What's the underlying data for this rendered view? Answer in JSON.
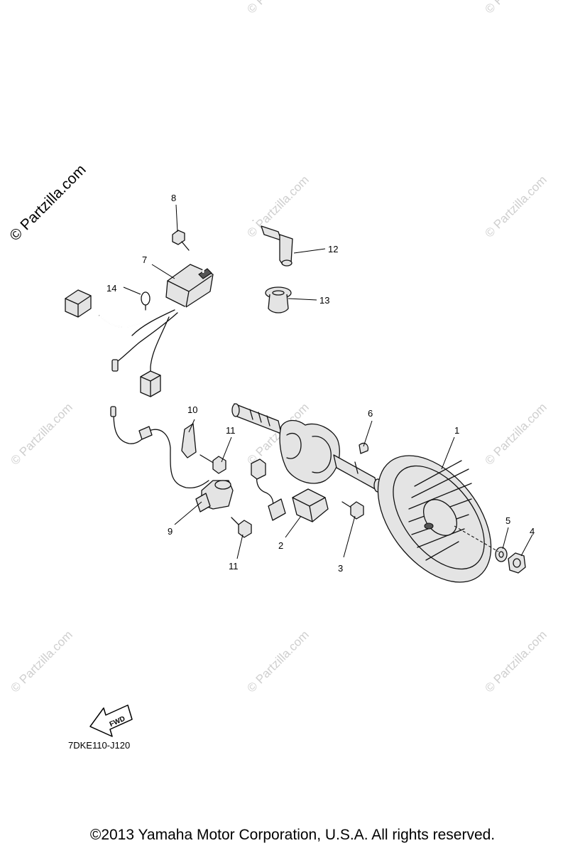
{
  "watermark": "© Partzilla.com",
  "diagram_code": "7DKE110-J120",
  "fwd_label": "FWD",
  "copyright": "©2013  Yamaha Motor Corporation, U.S.A. All rights reserved.",
  "callouts": {
    "p1": "1",
    "p2": "2",
    "p3": "3",
    "p4": "4",
    "p5": "5",
    "p6": "6",
    "p7": "7",
    "p8": "8",
    "p9": "9",
    "p10": "10",
    "p11a": "11",
    "p11b": "11",
    "p12": "12",
    "p13": "13",
    "p14": "14"
  }
}
